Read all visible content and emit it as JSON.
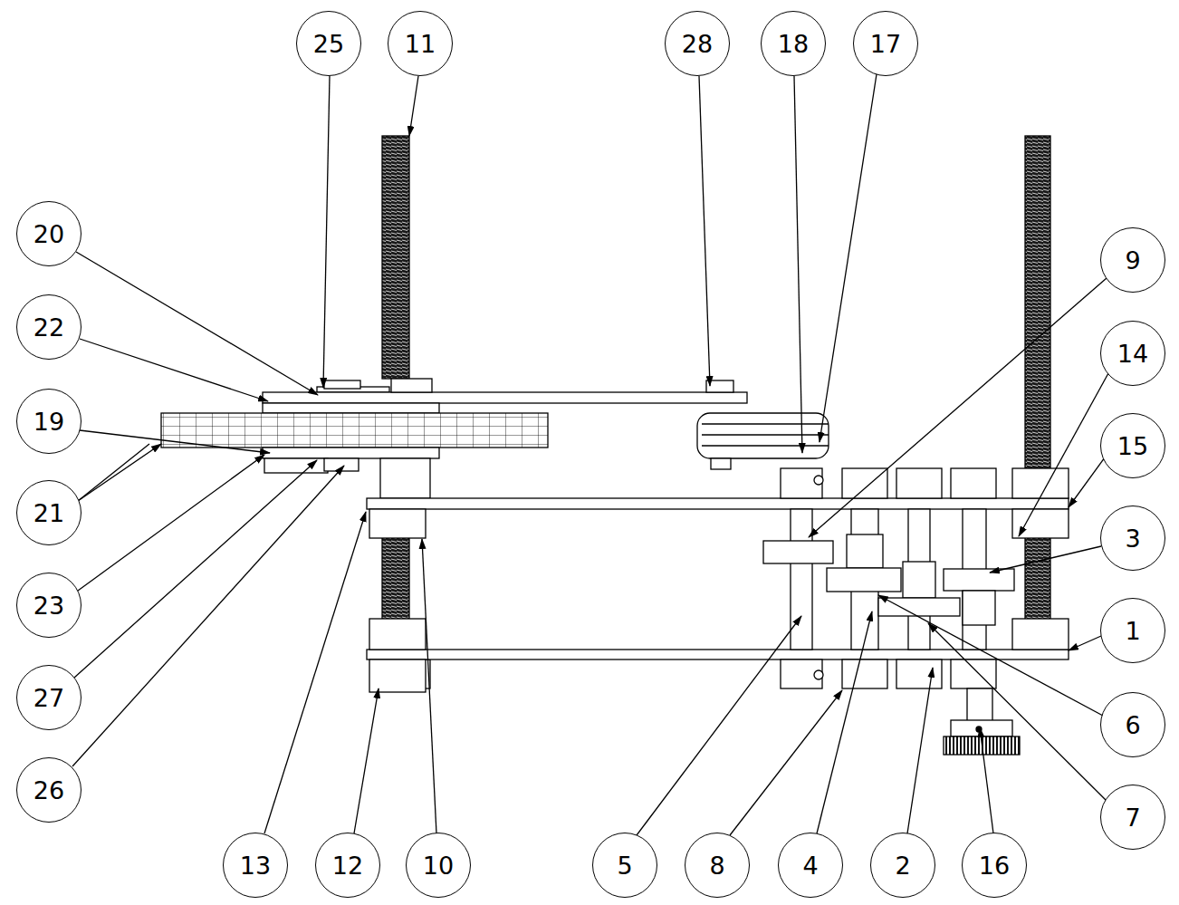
{
  "diagram": {
    "labels": [
      "25",
      "11",
      "28",
      "18",
      "17",
      "20",
      "9",
      "22",
      "14",
      "19",
      "15",
      "3",
      "21",
      "1",
      "23",
      "6",
      "27",
      "26",
      "7",
      "13",
      "12",
      "10",
      "5",
      "8",
      "4",
      "2",
      "16"
    ]
  }
}
